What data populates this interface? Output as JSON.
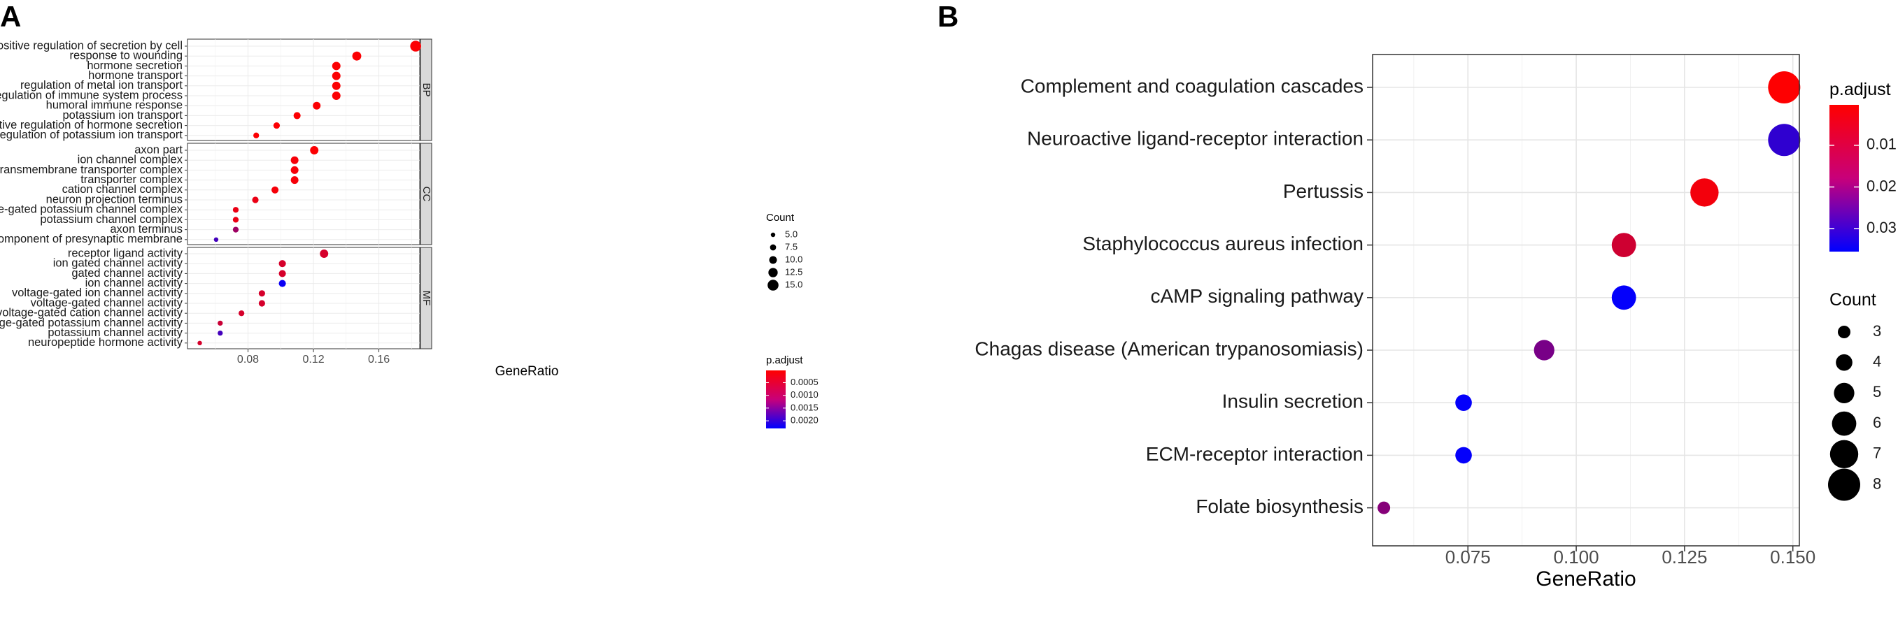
{
  "panels": {
    "a_label": "A",
    "b_label": "B"
  },
  "chart_data": [
    {
      "type": "scatter",
      "subtype": "faceted-dotplot",
      "panel": "A",
      "xlabel": "GeneRatio",
      "xticks": [
        "0.08",
        "0.12",
        "0.16"
      ],
      "xtick_values": [
        0.08,
        0.12,
        0.16
      ],
      "xlim": [
        0.043,
        0.185
      ],
      "grid": true,
      "facets": [
        {
          "name": "BP",
          "terms": [
            {
              "label": "positive regulation of secretion by cell",
              "x": 0.1825,
              "count": 15,
              "p_adjust": 5e-05
            },
            {
              "label": "response to wounding",
              "x": 0.1465,
              "count": 12,
              "p_adjust": 5e-05
            },
            {
              "label": "hormone secretion",
              "x": 0.134,
              "count": 11,
              "p_adjust": 5e-05
            },
            {
              "label": "hormone transport",
              "x": 0.134,
              "count": 11,
              "p_adjust": 5e-05
            },
            {
              "label": "regulation of metal ion transport",
              "x": 0.134,
              "count": 11,
              "p_adjust": 5e-05
            },
            {
              "label": "negative regulation of immune system process",
              "x": 0.134,
              "count": 11,
              "p_adjust": 5e-05
            },
            {
              "label": "humoral immune response",
              "x": 0.122,
              "count": 10,
              "p_adjust": 5e-05
            },
            {
              "label": "potassium ion transport",
              "x": 0.11,
              "count": 9,
              "p_adjust": 5e-05
            },
            {
              "label": "positive regulation of hormone secretion",
              "x": 0.0975,
              "count": 8,
              "p_adjust": 5e-05
            },
            {
              "label": "regulation of potassium ion transport",
              "x": 0.085,
              "count": 7,
              "p_adjust": 5e-05
            }
          ]
        },
        {
          "name": "CC",
          "terms": [
            {
              "label": "axon part",
              "x": 0.1205,
              "count": 11,
              "p_adjust": 5e-05
            },
            {
              "label": "ion channel complex",
              "x": 0.1085,
              "count": 10,
              "p_adjust": 0.0001
            },
            {
              "label": "transmembrane transporter complex",
              "x": 0.1085,
              "count": 10,
              "p_adjust": 0.0001
            },
            {
              "label": "transporter complex",
              "x": 0.1085,
              "count": 10,
              "p_adjust": 0.0001
            },
            {
              "label": "cation channel complex",
              "x": 0.0965,
              "count": 9,
              "p_adjust": 0.0001
            },
            {
              "label": "neuron projection terminus",
              "x": 0.0845,
              "count": 8,
              "p_adjust": 0.0002
            },
            {
              "label": "voltage-gated potassium channel complex",
              "x": 0.0725,
              "count": 7,
              "p_adjust": 0.0002
            },
            {
              "label": "potassium channel complex",
              "x": 0.0725,
              "count": 7,
              "p_adjust": 0.0002
            },
            {
              "label": "axon terminus",
              "x": 0.0725,
              "count": 7,
              "p_adjust": 0.0009
            },
            {
              "label": "intrinsic component of presynaptic membrane",
              "x": 0.0605,
              "count": 5,
              "p_adjust": 0.0017
            }
          ]
        },
        {
          "name": "MF",
          "terms": [
            {
              "label": "receptor ligand activity",
              "x": 0.1265,
              "count": 11,
              "p_adjust": 0.0004
            },
            {
              "label": "ion gated channel activity",
              "x": 0.101,
              "count": 9,
              "p_adjust": 0.0004
            },
            {
              "label": "gated channel activity",
              "x": 0.101,
              "count": 9,
              "p_adjust": 0.0004
            },
            {
              "label": "ion channel activity",
              "x": 0.101,
              "count": 9,
              "p_adjust": 0.0022
            },
            {
              "label": "voltage-gated ion channel activity",
              "x": 0.0885,
              "count": 8,
              "p_adjust": 0.0004
            },
            {
              "label": "voltage-gated channel activity",
              "x": 0.0885,
              "count": 8,
              "p_adjust": 0.0004
            },
            {
              "label": "voltage-gated cation channel activity",
              "x": 0.076,
              "count": 7,
              "p_adjust": 0.0004
            },
            {
              "label": "voltage-gated potassium channel activity",
              "x": 0.063,
              "count": 6,
              "p_adjust": 0.0005
            },
            {
              "label": "potassium channel activity",
              "x": 0.063,
              "count": 6,
              "p_adjust": 0.0017
            },
            {
              "label": "neuropeptide hormone activity",
              "x": 0.0505,
              "count": 5,
              "p_adjust": 0.0004
            }
          ]
        }
      ],
      "legend": {
        "count_title": "Count",
        "count_breaks": [
          "5.0",
          "7.5",
          "10.0",
          "12.5",
          "15.0"
        ],
        "count_values": [
          5.0,
          7.5,
          10.0,
          12.5,
          15.0
        ],
        "color_title": "p.adjust",
        "color_breaks": [
          "0.0005",
          "0.0010",
          "0.0015",
          "0.0020"
        ],
        "color_values": [
          0.0005,
          0.001,
          0.0015,
          0.002
        ],
        "color_range": [
          2e-05,
          0.0023
        ],
        "low_color": "#ff0000",
        "high_color": "#0000ff",
        "placement": "right"
      }
    },
    {
      "type": "scatter",
      "subtype": "dotplot",
      "panel": "B",
      "xlabel": "GeneRatio",
      "xticks": [
        "0.075",
        "0.100",
        "0.125",
        "0.150"
      ],
      "xtick_values": [
        0.075,
        0.1,
        0.125,
        0.15
      ],
      "xlim": [
        0.053,
        0.1515
      ],
      "grid": true,
      "terms": [
        {
          "label": "Complement and coagulation cascades",
          "x": 0.148,
          "count": 8,
          "p_adjust": 0.0005
        },
        {
          "label": "Neuroactive ligand-receptor interaction",
          "x": 0.148,
          "count": 8,
          "p_adjust": 0.029
        },
        {
          "label": "Pertussis",
          "x": 0.1296,
          "count": 7,
          "p_adjust": 0.002
        },
        {
          "label": "Staphylococcus aureus infection",
          "x": 0.111,
          "count": 6,
          "p_adjust": 0.007
        },
        {
          "label": "cAMP signaling pathway",
          "x": 0.111,
          "count": 6,
          "p_adjust": 0.035
        },
        {
          "label": "Chagas disease (American trypanosomiasis)",
          "x": 0.0926,
          "count": 5,
          "p_adjust": 0.019
        },
        {
          "label": "Insulin secretion",
          "x": 0.074,
          "count": 4,
          "p_adjust": 0.035
        },
        {
          "label": "ECM-receptor interaction",
          "x": 0.074,
          "count": 4,
          "p_adjust": 0.035
        },
        {
          "label": "Folate biosynthesis",
          "x": 0.0556,
          "count": 3,
          "p_adjust": 0.017
        }
      ],
      "legend": {
        "color_title": "p.adjust",
        "color_breaks": [
          "0.01",
          "0.02",
          "0.03"
        ],
        "color_values": [
          0.01,
          0.02,
          0.03
        ],
        "color_range": [
          0.0003,
          0.0355
        ],
        "low_color": "#ff0000",
        "high_color": "#0000ff",
        "count_title": "Count",
        "count_breaks": [
          "3",
          "4",
          "5",
          "6",
          "7",
          "8"
        ],
        "count_values": [
          3,
          4,
          5,
          6,
          7,
          8
        ],
        "placement": "right"
      }
    }
  ]
}
